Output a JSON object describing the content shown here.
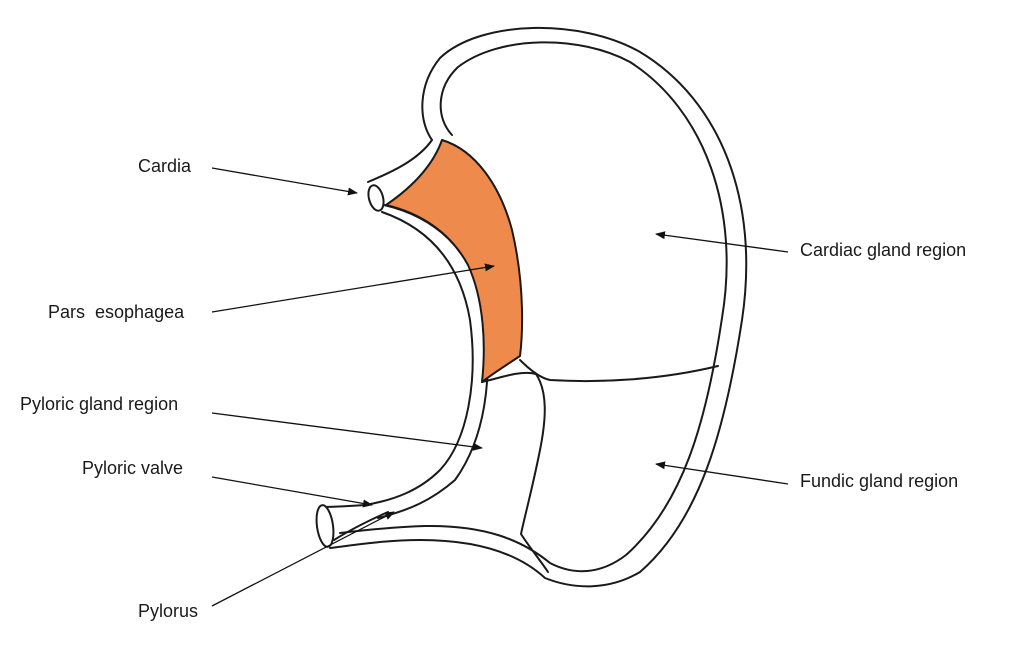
{
  "colors": {
    "pars_esophagea_fill": "#ee8a4c",
    "outline": "#1a1a1a",
    "background": "#ffffff"
  },
  "labels": {
    "cardia": "Cardia",
    "pars_esophagea": "Pars  esophagea",
    "pyloric_gland_region": "Pyloric gland region",
    "pyloric_valve": "Pyloric valve",
    "pylorus": "Pylorus",
    "cardiac_gland_region": "Cardiac gland region",
    "fundic_gland_region": "Fundic gland region"
  }
}
